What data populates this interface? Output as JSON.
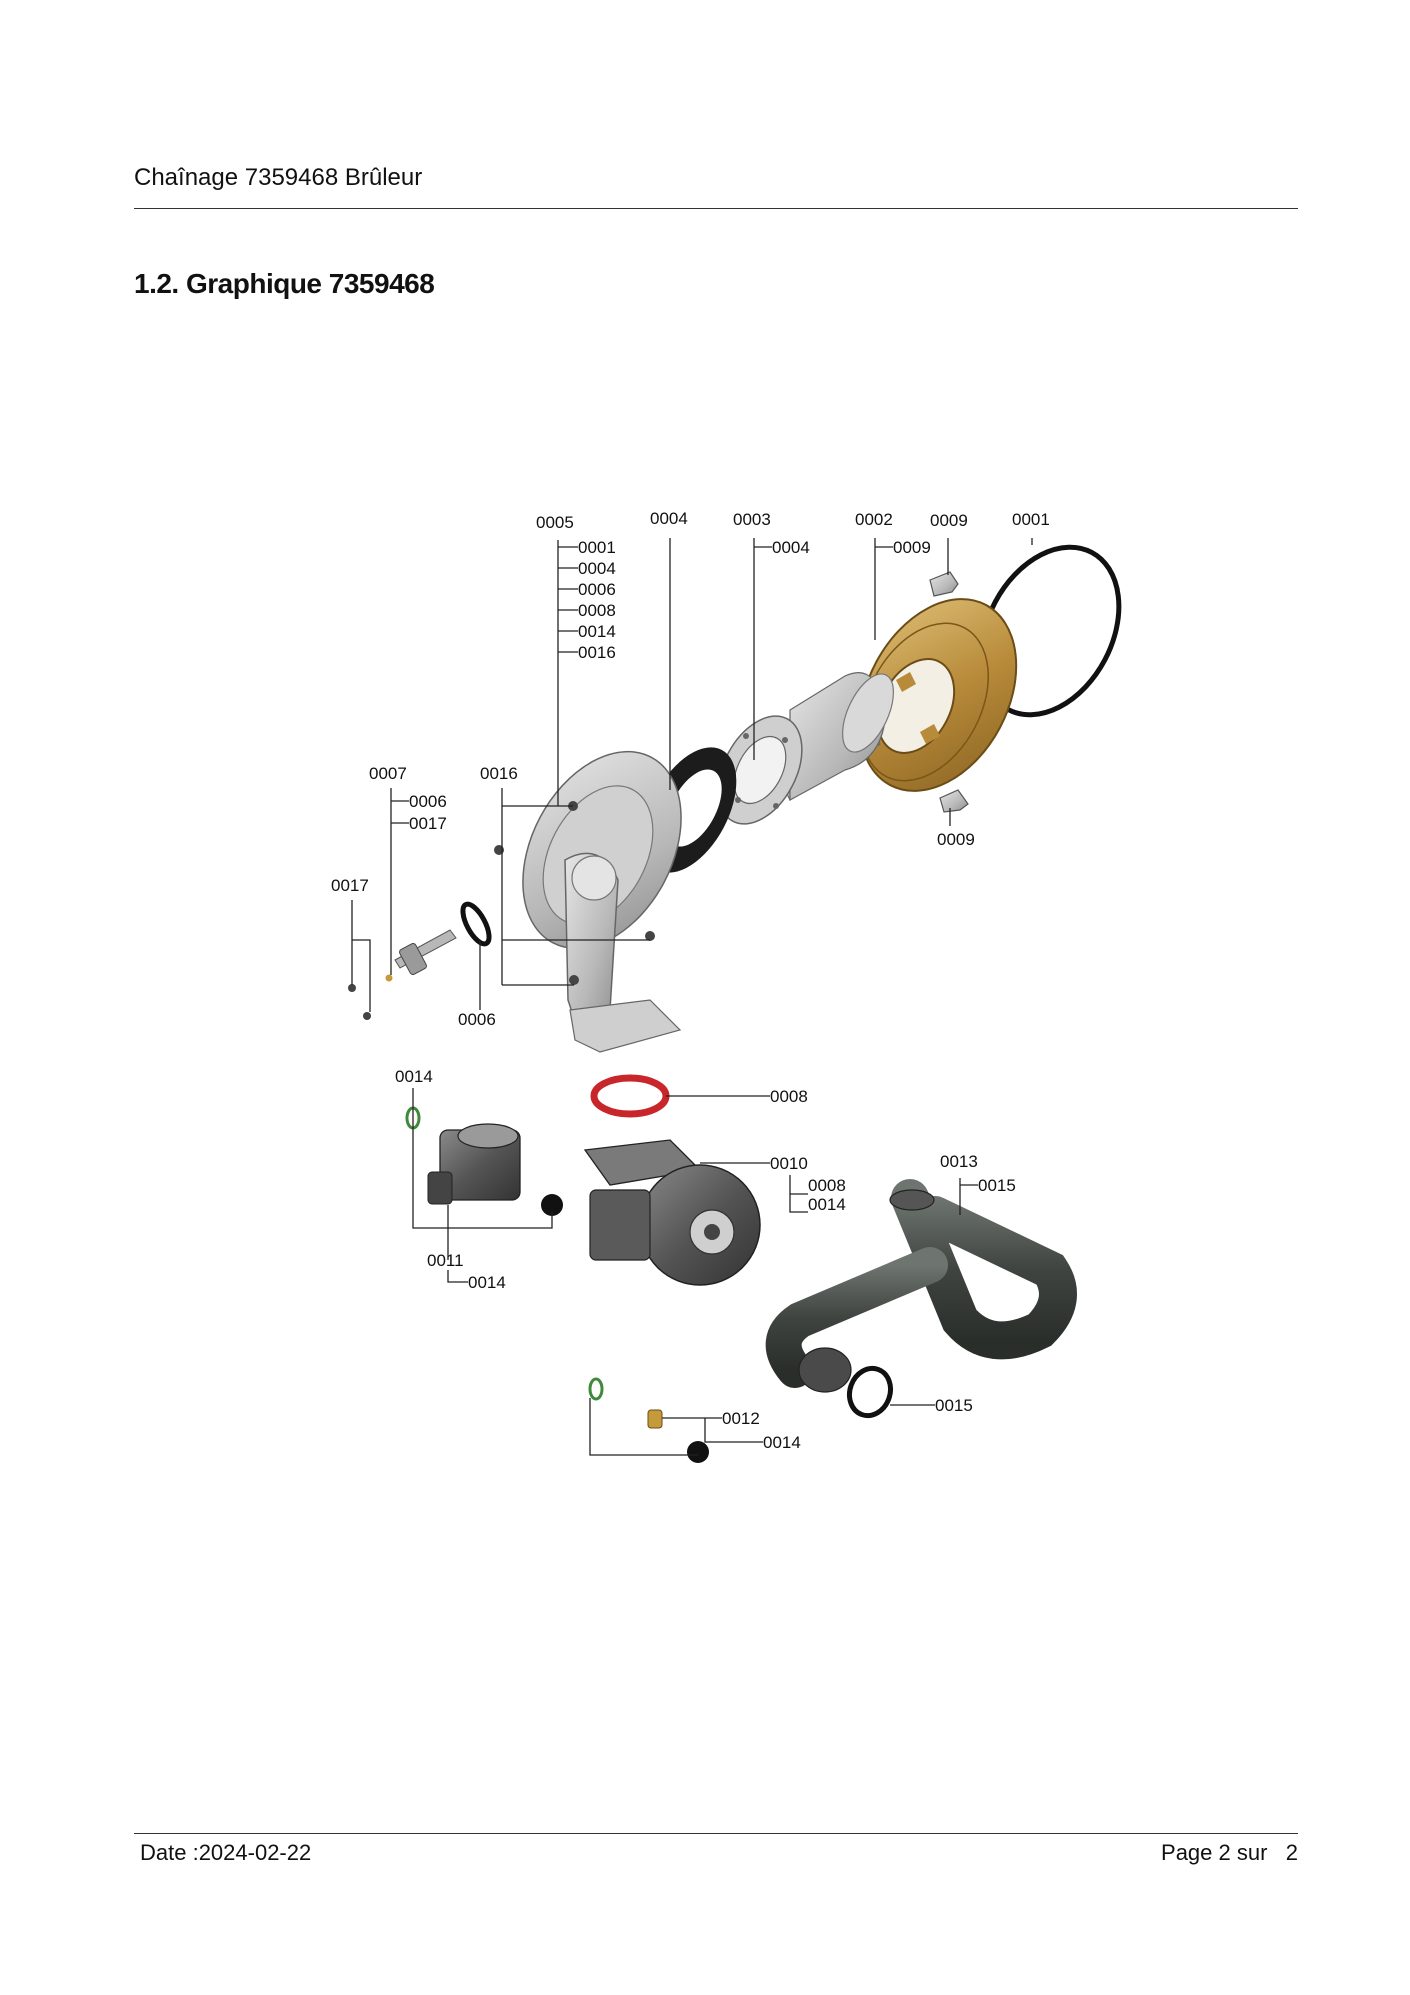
{
  "header": {
    "title": "Chaînage 7359468 Brûleur"
  },
  "section": {
    "title": "1.2. Graphique 7359468"
  },
  "diagram": {
    "callouts": {
      "c0005": "0005",
      "c0005_1": "0001",
      "c0005_2": "0004",
      "c0005_3": "0006",
      "c0005_4": "0008",
      "c0005_5": "0014",
      "c0005_6": "0016",
      "c0004": "0004",
      "c0003": "0003",
      "c0003_1": "0004",
      "c0002": "0002",
      "c0002_1": "0009",
      "c0009a": "0009",
      "c0001": "0001",
      "c0009b": "0009",
      "c0007": "0007",
      "c0007_1": "0006",
      "c0007_2": "0017",
      "c0016": "0016",
      "c0017": "0017",
      "c0006": "0006",
      "c0014": "0014",
      "c0008": "0008",
      "c0010": "0010",
      "c0010_1": "0008",
      "c0010_2": "0014",
      "c0013": "0013",
      "c0013_1": "0015",
      "c0011": "0011",
      "c0011_1": "0014",
      "c0012": "0012",
      "c0012_1": "0014",
      "c0015": "0015"
    }
  },
  "footer": {
    "date": "Date :2024-02-22",
    "page": "Page 2 sur   2"
  }
}
